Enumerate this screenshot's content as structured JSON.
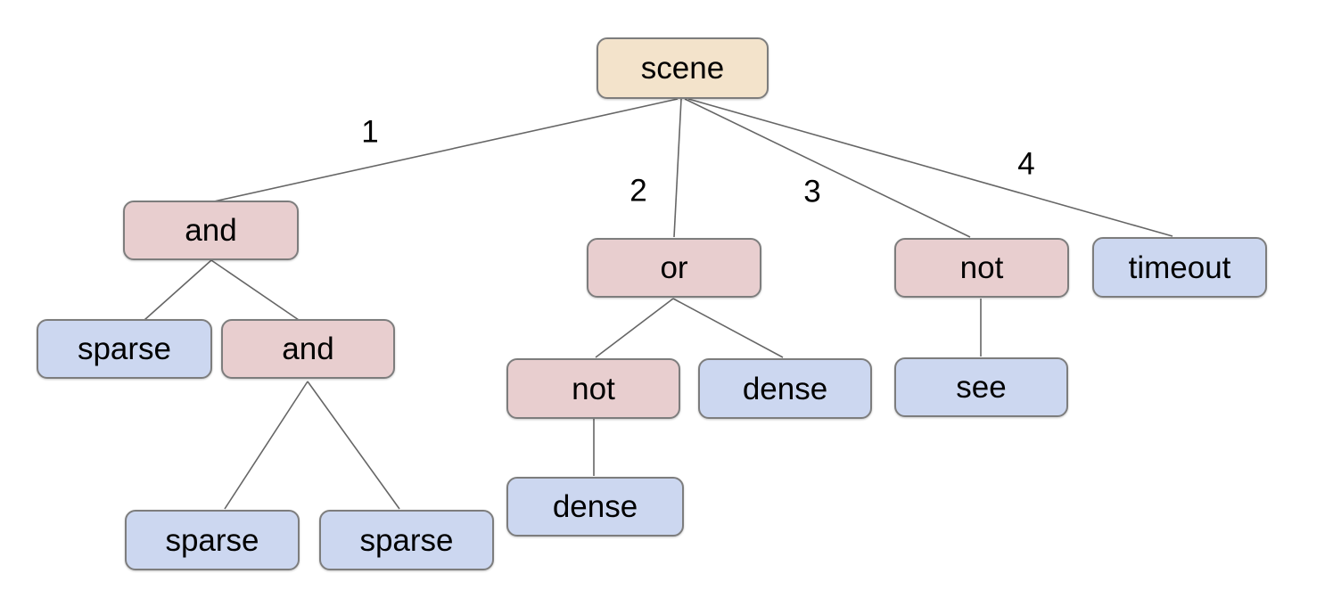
{
  "diagram": {
    "type": "tree",
    "background": "#ffffff",
    "colors": {
      "background": "#ffffff",
      "root_fill": "#f3e3cb",
      "operator_fill": "#e8cecf",
      "leaf_fill": "#ccd7f0",
      "node_border": "#7d7d7d",
      "edge_stroke": "#666666",
      "text": "#000000"
    },
    "nodes": [
      {
        "id": "scene",
        "label": "scene",
        "kind": "root",
        "parent": null
      },
      {
        "id": "and-1",
        "label": "and",
        "kind": "operator",
        "parent": "scene",
        "edge_label": "1"
      },
      {
        "id": "or-1",
        "label": "or",
        "kind": "operator",
        "parent": "scene",
        "edge_label": "2"
      },
      {
        "id": "not-1",
        "label": "not",
        "kind": "operator",
        "parent": "scene",
        "edge_label": "3"
      },
      {
        "id": "timeout-1",
        "label": "timeout",
        "kind": "leaf",
        "parent": "scene",
        "edge_label": "4"
      },
      {
        "id": "sparse-1",
        "label": "sparse",
        "kind": "leaf",
        "parent": "and-1"
      },
      {
        "id": "and-2",
        "label": "and",
        "kind": "operator",
        "parent": "and-1"
      },
      {
        "id": "not-2",
        "label": "not",
        "kind": "operator",
        "parent": "or-1"
      },
      {
        "id": "dense-1",
        "label": "dense",
        "kind": "leaf",
        "parent": "or-1"
      },
      {
        "id": "see-1",
        "label": "see",
        "kind": "leaf",
        "parent": "not-1"
      },
      {
        "id": "sparse-2",
        "label": "sparse",
        "kind": "leaf",
        "parent": "and-2"
      },
      {
        "id": "sparse-3",
        "label": "sparse",
        "kind": "leaf",
        "parent": "and-2"
      },
      {
        "id": "dense-2",
        "label": "dense",
        "kind": "leaf",
        "parent": "not-2"
      }
    ],
    "edge_labels": [
      {
        "label": "1"
      },
      {
        "label": "2"
      },
      {
        "label": "3"
      },
      {
        "label": "4"
      }
    ]
  }
}
